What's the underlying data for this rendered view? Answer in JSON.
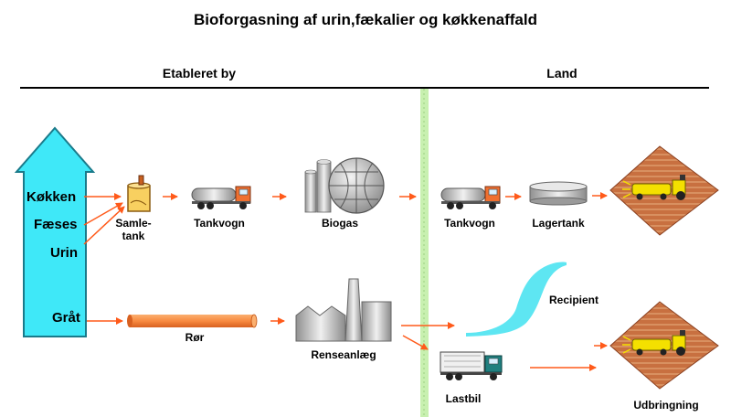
{
  "title": "Bioforgasning af urin,fækalier og køkkenaffald",
  "sections": {
    "city": "Etableret by",
    "land": "Land"
  },
  "building_labels": [
    "Køkken",
    "Fæses",
    "Urin",
    "Gråt"
  ],
  "labels": {
    "samletank": "Samle-\ntank",
    "tankvogn_city": "Tankvogn",
    "biogas": "Biogas",
    "tankvogn_land": "Tankvogn",
    "lagertank": "Lagertank",
    "ror": "Rør",
    "renseanlaeg": "Renseanlæg",
    "recipient": "Recipient",
    "lastbil": "Lastbil",
    "udbringning": "Udbringning"
  },
  "colors": {
    "building": "#3fe8f8",
    "arrow": "#ff5a1a",
    "pipe": "#f88a40",
    "divider": "#c8f0b0",
    "field": "#c87040",
    "river": "#5ee6f2",
    "truck_cab": "#f07030",
    "tractor": "#f4e000",
    "lastbil_cab": "#208080"
  }
}
